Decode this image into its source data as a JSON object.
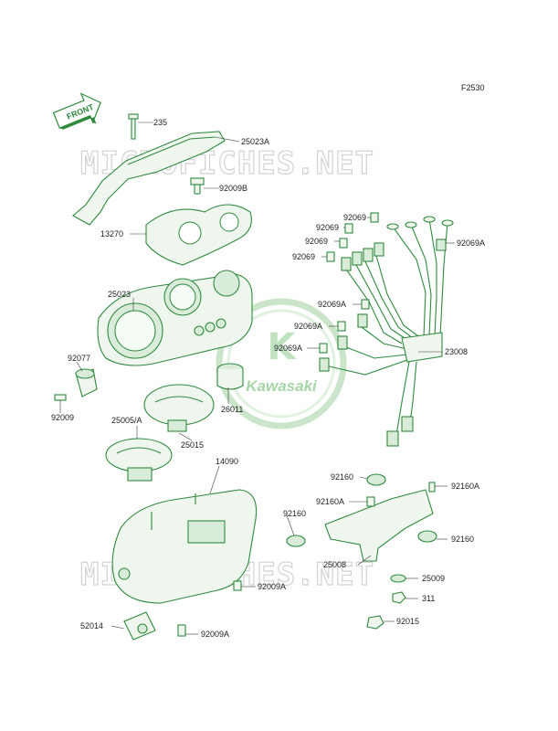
{
  "figure_code": "F2530",
  "front_arrow_label": "FRONT",
  "watermark_text": "MICROFICHES.NET",
  "logo_text": "Kawasaki",
  "accent_color": "#2f8a3e",
  "part_labels": [
    {
      "id": "p235",
      "text": "235"
    },
    {
      "id": "p25023A",
      "text": "25023A"
    },
    {
      "id": "p92009B",
      "text": "92009B"
    },
    {
      "id": "p13270",
      "text": "13270"
    },
    {
      "id": "p92069_1",
      "text": "92069"
    },
    {
      "id": "p92069_2",
      "text": "92069"
    },
    {
      "id": "p92069_3",
      "text": "92069"
    },
    {
      "id": "p92069_4",
      "text": "92069"
    },
    {
      "id": "p92069A_1",
      "text": "92069A"
    },
    {
      "id": "p92069A_2",
      "text": "92069A"
    },
    {
      "id": "p92069A_3",
      "text": "92069A"
    },
    {
      "id": "p92069A_4",
      "text": "92069A"
    },
    {
      "id": "p25023",
      "text": "25023"
    },
    {
      "id": "p23008",
      "text": "23008"
    },
    {
      "id": "p92077",
      "text": "92077"
    },
    {
      "id": "p92009",
      "text": "92009"
    },
    {
      "id": "p26011",
      "text": "26011"
    },
    {
      "id": "p25005A",
      "text": "25005/A"
    },
    {
      "id": "p25015",
      "text": "25015"
    },
    {
      "id": "p14090",
      "text": "14090"
    },
    {
      "id": "p92160_1",
      "text": "92160"
    },
    {
      "id": "p92160A_1",
      "text": "92160A"
    },
    {
      "id": "p92160A_2",
      "text": "92160A"
    },
    {
      "id": "p92160_2",
      "text": "92160"
    },
    {
      "id": "p92160_3",
      "text": "92160"
    },
    {
      "id": "p25008",
      "text": "25008"
    },
    {
      "id": "p25009",
      "text": "25009"
    },
    {
      "id": "p311",
      "text": "311"
    },
    {
      "id": "p92009A_1",
      "text": "92009A"
    },
    {
      "id": "p52014",
      "text": "52014"
    },
    {
      "id": "p92009A_2",
      "text": "92009A"
    },
    {
      "id": "p92015",
      "text": "92015"
    }
  ]
}
